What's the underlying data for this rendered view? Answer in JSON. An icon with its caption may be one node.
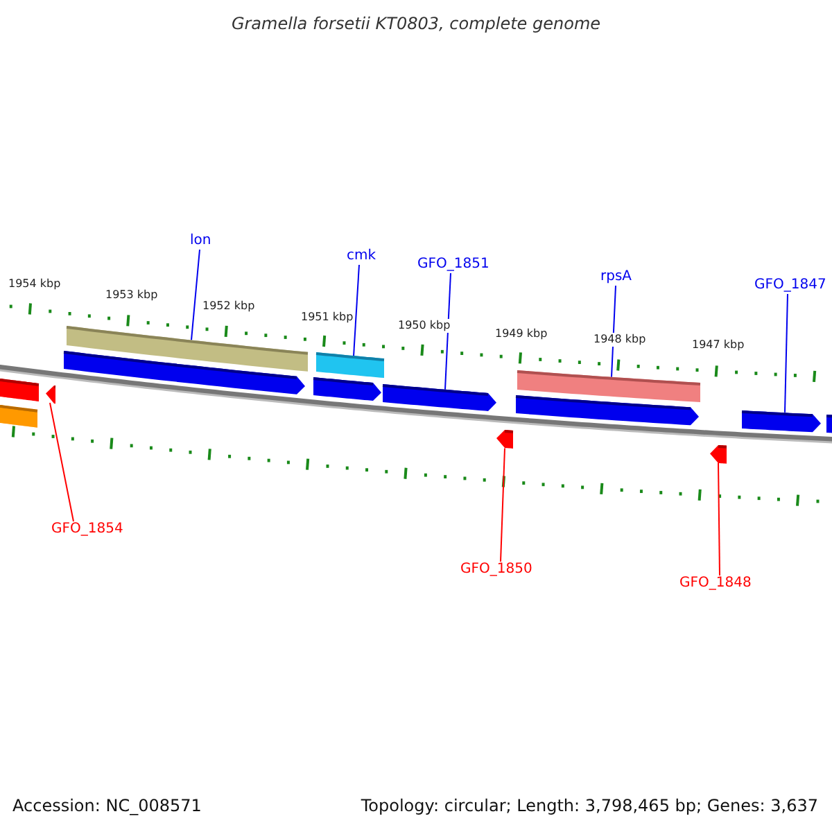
{
  "diagram": {
    "title": "Gramella forsetii KT0803, complete genome",
    "nodes": [
      {
        "text": [
          "lon"
        ]
      },
      {
        "text": [
          "cmk"
        ]
      },
      {
        "text": [
          "GFO_1851"
        ]
      },
      {
        "text": [
          "rpsA"
        ]
      },
      {
        "text": [
          "GFO_1847"
        ]
      },
      {
        "text": [
          "GFO_1854"
        ]
      },
      {
        "text": [
          "GFO_1850"
        ]
      },
      {
        "text": [
          "GFO_1848"
        ]
      },
      {
        "text": [],
        "shape": "bar"
      },
      {
        "text": [],
        "shape": "bar"
      },
      {
        "text": [],
        "shape": "arrow"
      },
      {
        "text": [],
        "shape": "arrow"
      },
      {
        "text": [],
        "shape": "bar"
      },
      {
        "text": [],
        "shape": "arrow"
      },
      {
        "text": [],
        "shape": "bar"
      },
      {
        "text": [],
        "shape": "arrow"
      },
      {
        "text": [],
        "shape": "arrow"
      },
      {
        "text": [],
        "shape": "arrow"
      },
      {
        "text": [],
        "shape": "bar"
      },
      {
        "text": [],
        "shape": "arrow"
      },
      {
        "text": [],
        "shape": "arrow"
      },
      {
        "text": [],
        "shape": "bar"
      }
    ],
    "edges": [
      {
        "from": 0,
        "to": 12,
        "arrow": "none"
      },
      {
        "from": 1,
        "to": 14,
        "arrow": "none"
      },
      {
        "from": 2,
        "to": 15,
        "arrow": "none"
      },
      {
        "from": 3,
        "to": 18,
        "arrow": "none"
      },
      {
        "from": 4,
        "to": 20,
        "arrow": "none"
      },
      {
        "from": 5,
        "to": 10,
        "arrow": "none",
        "color": "#ff0000"
      },
      {
        "from": 6,
        "to": 16,
        "arrow": "none",
        "color": "#ff0000"
      },
      {
        "from": 7,
        "to": 19,
        "arrow": "none",
        "color": "#ff0000"
      }
    ],
    "labels": [
      "1954 kbp",
      "1953 kbp",
      "1952 kbp",
      "1951 kbp",
      "1950 kbp",
      "1949 kbp",
      "1948 kbp",
      "1947 kbp",
      "Accession: NC_008571",
      "Topology: circular; Length: 3,798,465 bp; Genes: 3,637"
    ]
  }
}
